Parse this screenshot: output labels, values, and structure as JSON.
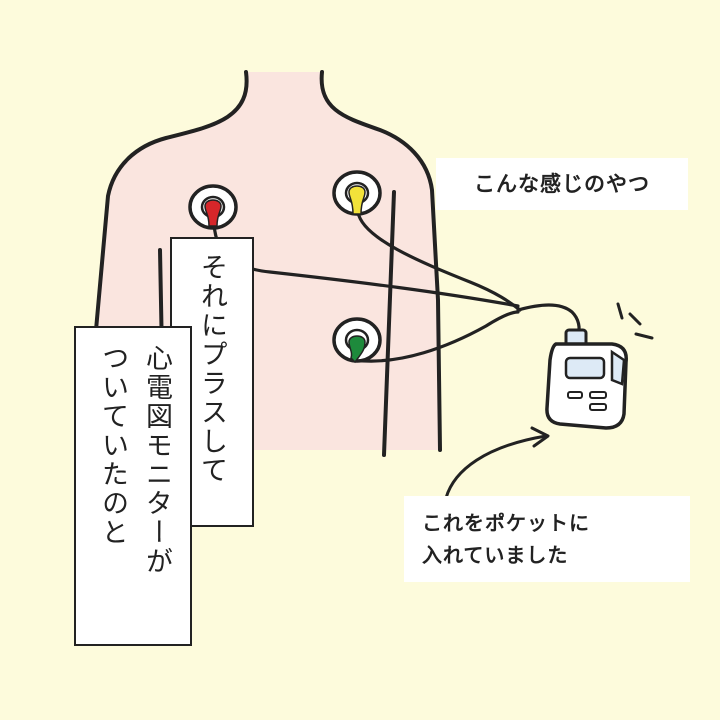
{
  "captions": {
    "top": "こんな感じのやつ",
    "bottom_line1": "これをポケットに",
    "bottom_line2": "入れていました"
  },
  "vertical_texts": {
    "first": "それにプラスして",
    "second_line1": "心電図モニターが",
    "second_line2": "ついていたのと"
  },
  "colors": {
    "background": "#fdfbdc",
    "skin": "#fae5df",
    "outline": "#222222",
    "electrode_red": "#d6262a",
    "electrode_yellow": "#f2e23a",
    "electrode_green": "#1e8a3c"
  },
  "icons": {
    "electrodes": [
      "red-electrode-icon",
      "yellow-electrode-icon",
      "green-electrode-icon"
    ],
    "monitor": "ecg-monitor-icon",
    "arrow": "curved-arrow-icon"
  }
}
